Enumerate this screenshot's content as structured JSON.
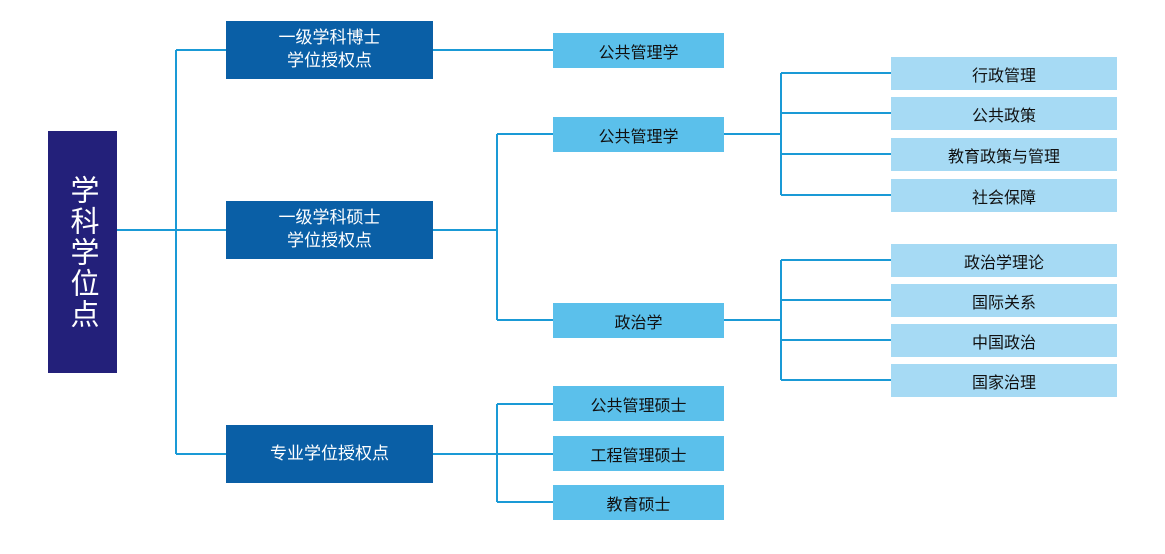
{
  "root": {
    "label": "学科学位点"
  },
  "doctoral": {
    "label": "一级学科博士\n学位授权点",
    "children": [
      "公共管理学"
    ]
  },
  "masters": {
    "label": "一级学科硕士\n学位授权点",
    "public_admin": {
      "label": "公共管理学",
      "children": [
        "行政管理",
        "公共政策",
        "教育政策与管理",
        "社会保障"
      ]
    },
    "politics": {
      "label": "政治学",
      "children": [
        "政治学理论",
        "国际关系",
        "中国政治",
        "国家治理"
      ]
    }
  },
  "professional": {
    "label": "专业学位授权点",
    "children": [
      "公共管理硕士",
      "工程管理硕士",
      "教育硕士"
    ]
  },
  "colors": {
    "root": "#23207a",
    "level1": "#0a5fa6",
    "level2": "#5bc0eb",
    "level3": "#a6daf4",
    "connector": "#1a9ad6"
  }
}
